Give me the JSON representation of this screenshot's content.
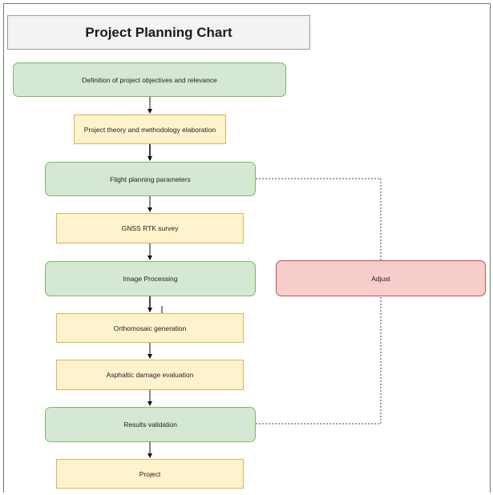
{
  "title": "Project Planning Chart",
  "steps": [
    "Definition of project objectives and relevance",
    "Project theory and methodology elaboration",
    "Flight planning parameters",
    "GNSS RTK survey",
    "Image Processing",
    "Orthomosaic generation",
    "Asphaltic damage evaluation",
    "Results validation",
    "Project"
  ],
  "side": "Adjust",
  "colors": {
    "green_fill": "#d5e8d4",
    "yellow_fill": "#fff2cc",
    "red_fill": "#f8cecc"
  }
}
